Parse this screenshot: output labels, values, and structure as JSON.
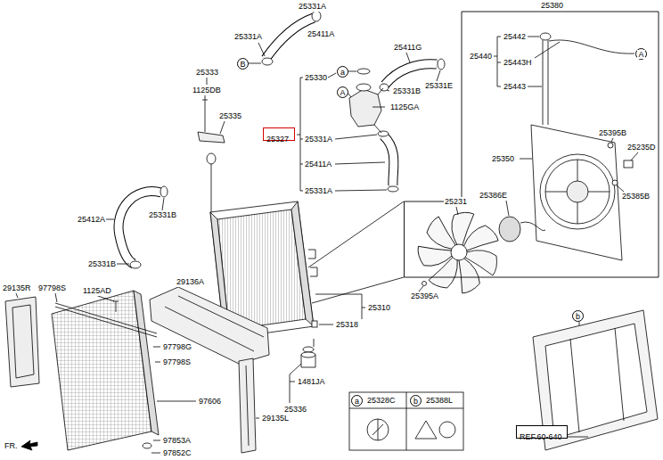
{
  "diagram": {
    "nodes": [
      {
        "text": [
          "25380"
        ]
      },
      {
        "text": [
          "A"
        ],
        "in": 0
      },
      {
        "text": [
          "25327"
        ]
      },
      {
        "text": [
          "B"
        ]
      },
      {
        "text": [
          "a"
        ]
      },
      {
        "text": [
          "A"
        ]
      },
      {
        "text": [
          "b"
        ]
      },
      {
        "text": [
          "REF.60-640"
        ]
      },
      {
        "text": [
          "a"
        ]
      },
      {
        "text": [
          "b"
        ]
      }
    ],
    "labels": [
      "25331A",
      "25411A",
      "25331A",
      "25411G",
      "25330",
      "25331B",
      "25331E",
      "1125GA",
      "25331A",
      "25411A",
      "25331A",
      "25333",
      "1125DB",
      "25335",
      "25412A",
      "25331B",
      "25331B",
      "1125AD",
      "29136A",
      "29135R",
      "97798S",
      "25310",
      "25318",
      "97798G",
      "97798S",
      "97606",
      "97853A",
      "97852C",
      "29135L",
      "1481JA",
      "25336",
      "25442",
      "25440",
      "25443H",
      "25443",
      "25350",
      "25395B",
      "25235D",
      "25386E",
      "25385B",
      "25231",
      "25395A",
      "25328C",
      "25388L",
      "FR."
    ]
  }
}
